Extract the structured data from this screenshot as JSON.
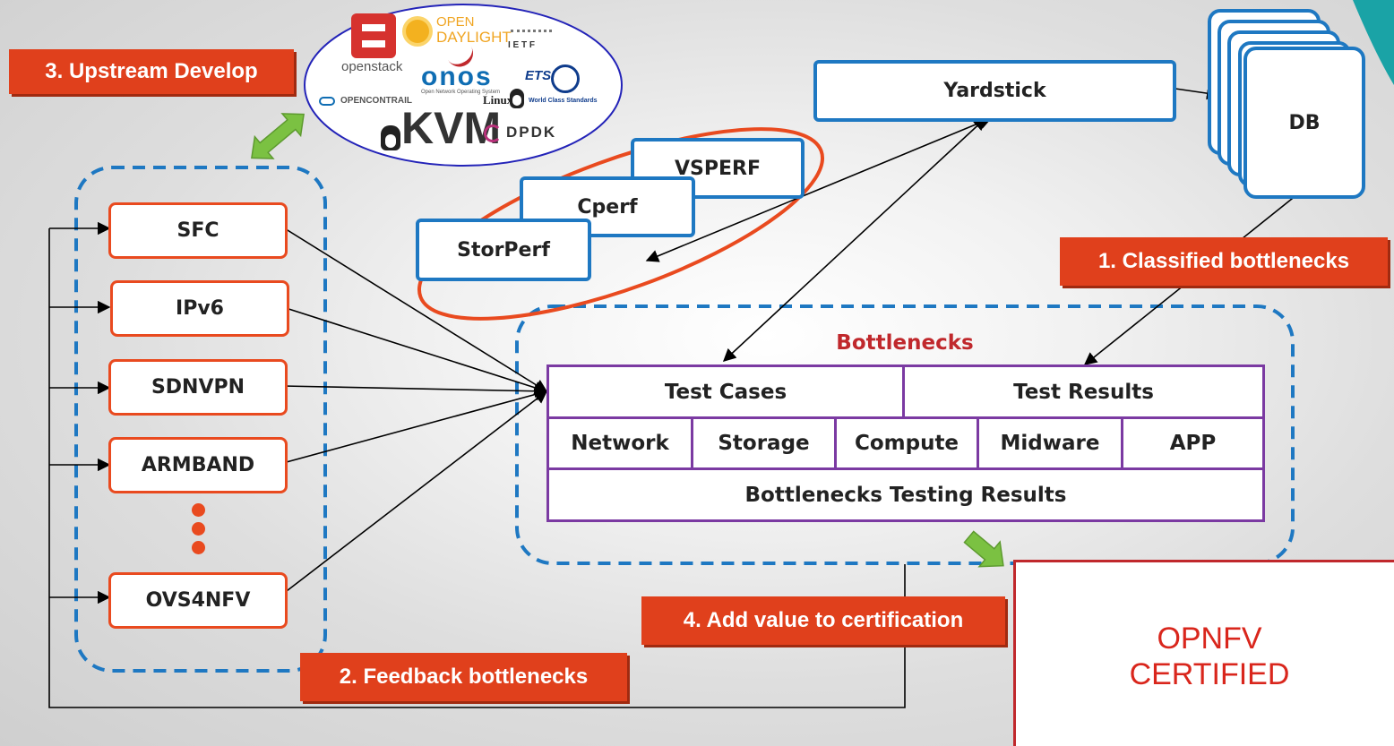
{
  "labels": {
    "upstream": "3. Upstream Develop",
    "classified": "1. Classified bottlenecks",
    "feedback": "2. Feedback bottlenecks",
    "certification": "4. Add value to certification"
  },
  "projects": [
    "SFC",
    "IPv6",
    "SDNVPN",
    "ARMBAND",
    "OVS4NFV"
  ],
  "tools": {
    "vsperf": "VSPERF",
    "cperf": "Cperf",
    "storperf": "StorPerf",
    "yardstick": "Yardstick"
  },
  "db": "DB",
  "bottlenecks": {
    "title": "Bottlenecks",
    "test_cases": "Test Cases",
    "test_results": "Test Results",
    "categories": [
      "Network",
      "Storage",
      "Compute",
      "Midware",
      "APP"
    ],
    "testing_results": "Bottlenecks Testing Results"
  },
  "certified": {
    "line1": "OPNFV",
    "line2": "CERTIFIED"
  },
  "logos": {
    "openstack": "openstack",
    "opendaylight_1": "OPEN",
    "opendaylight_2": "DAYLIGHT",
    "ietf": "I E T F",
    "onos": "onos",
    "onos_tag": "Open Network Operating System",
    "etsi": "ETSI",
    "etsi_tag": "World Class Standards",
    "opencontrail": "OPENCONTRAIL",
    "linux": "Linux",
    "kvm": "KVM",
    "dpdk": "DPDK"
  },
  "colors": {
    "accent_red": "#e0401c",
    "project_border": "#e94a1f",
    "tool_border": "#1e78c2",
    "table_border": "#7b3aa2",
    "bottlenecks_title": "#c0282c",
    "certified_text": "#d9261c",
    "arrow_green": "#7bc142"
  }
}
